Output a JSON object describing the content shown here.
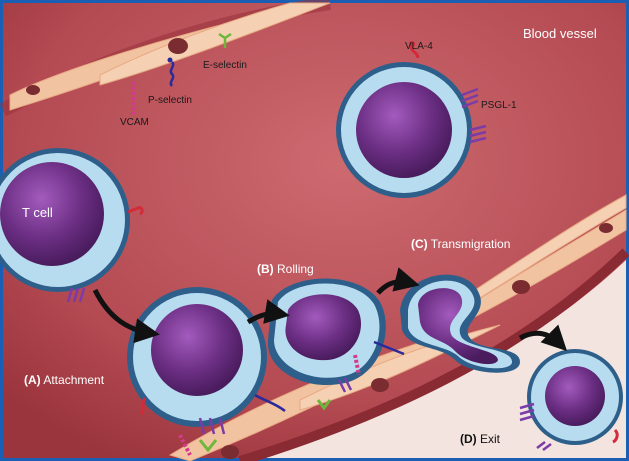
{
  "title": "Blood vessel",
  "cell_label": "T cell",
  "molecules": {
    "vla4": "VLA-4",
    "psgl1": "PSGL-1",
    "eselectin": "E-selectin",
    "pselectin": "P-selectin",
    "vcam": "VCAM"
  },
  "stages": {
    "a": {
      "tag": "(A)",
      "name": "Attachment"
    },
    "b": {
      "tag": "(B)",
      "name": "Rolling"
    },
    "c": {
      "tag": "(C)",
      "name": "Transmigration"
    },
    "d": {
      "tag": "(D)",
      "name": "Exit"
    }
  },
  "colors": {
    "border": "#1a5fb4",
    "vessel_wall": "#a83d45",
    "vessel_lumen": "#c45a62",
    "endothelium": "#f2c3a0",
    "nucleus": "#6b2e83",
    "cytoplasm": "#b8dcef",
    "membrane": "#4a7aa6",
    "selectin_green": "#6bb83b",
    "psgl_purple": "#7b3ba8",
    "vcam_pink": "#d43a8a",
    "vla_red": "#d42a3a",
    "arrow": "#111111"
  }
}
